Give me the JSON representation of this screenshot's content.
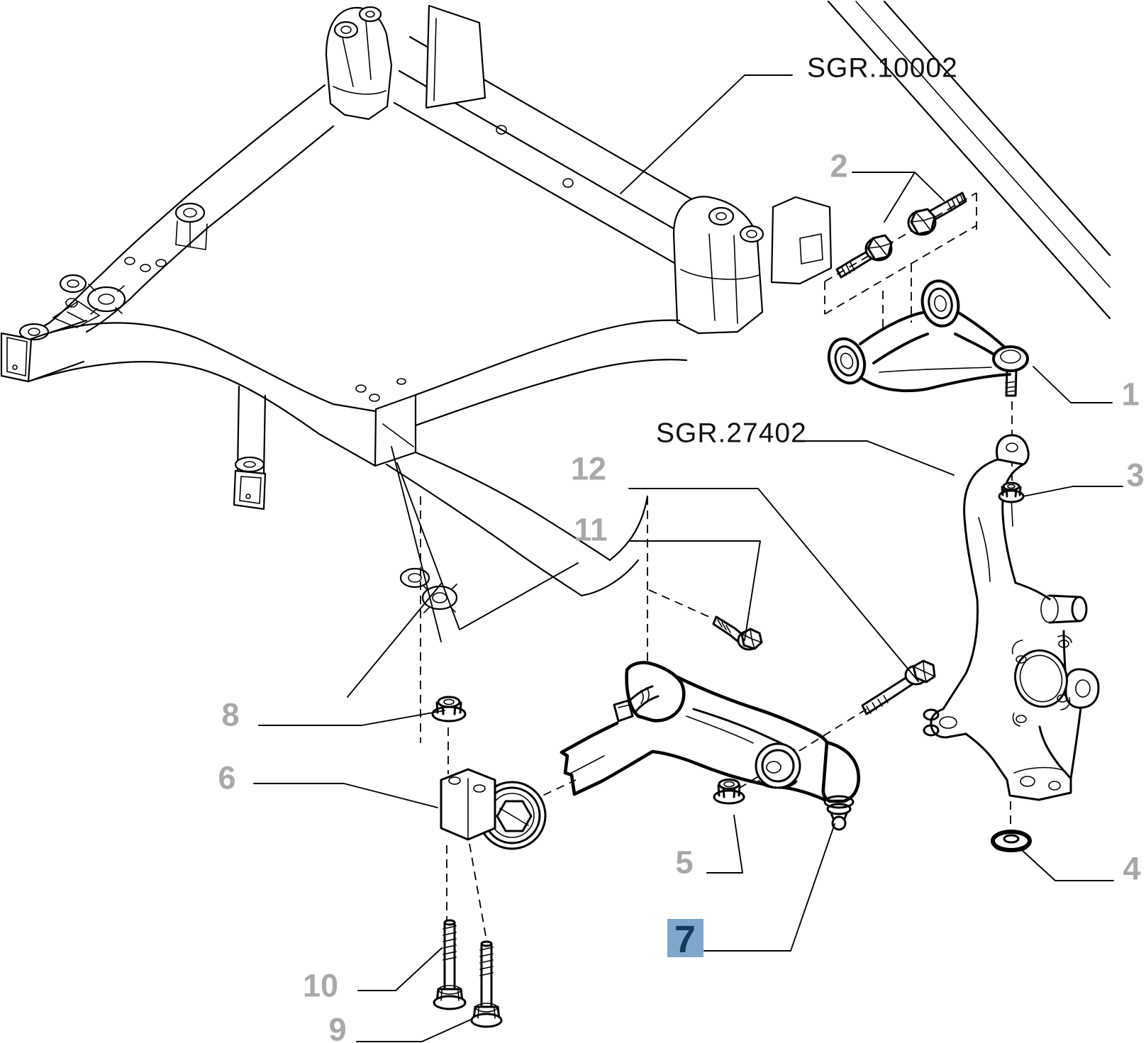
{
  "figure": {
    "description": "Exploded parts diagram - front suspension crossmember, control arms and knuckle",
    "background_color": "#FFFFFF",
    "line_color": "#000000",
    "callout_color": "#A8A8A8",
    "highlight": {
      "background": "#7EA8CB",
      "text": "#14395B"
    },
    "group_labels": {
      "top": "SGR.10002",
      "middle": "SGR.27402"
    },
    "callouts": {
      "c1": {
        "label": "1",
        "highlighted": false
      },
      "c2": {
        "label": "2",
        "highlighted": false
      },
      "c3": {
        "label": "3",
        "highlighted": false
      },
      "c4": {
        "label": "4",
        "highlighted": false
      },
      "c5": {
        "label": "5",
        "highlighted": false
      },
      "c6": {
        "label": "6",
        "highlighted": false
      },
      "c7": {
        "label": "7",
        "highlighted": true
      },
      "c8": {
        "label": "8",
        "highlighted": false
      },
      "c9": {
        "label": "9",
        "highlighted": false
      },
      "c10": {
        "label": "10",
        "highlighted": false
      },
      "c11": {
        "label": "11",
        "highlighted": false
      },
      "c12": {
        "label": "12",
        "highlighted": false
      }
    }
  }
}
